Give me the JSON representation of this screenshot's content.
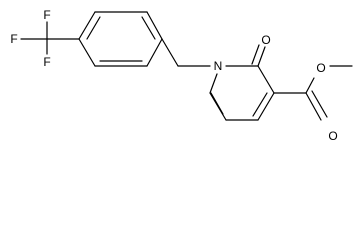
{
  "molecule": {
    "atoms": {
      "F1": "F",
      "F2": "F",
      "F3": "F",
      "N1": "N",
      "O1": "O",
      "O2": "O",
      "O3": "O"
    }
  },
  "colors": {
    "bond": "#000000",
    "text": "#000000",
    "background": "#ffffff"
  }
}
